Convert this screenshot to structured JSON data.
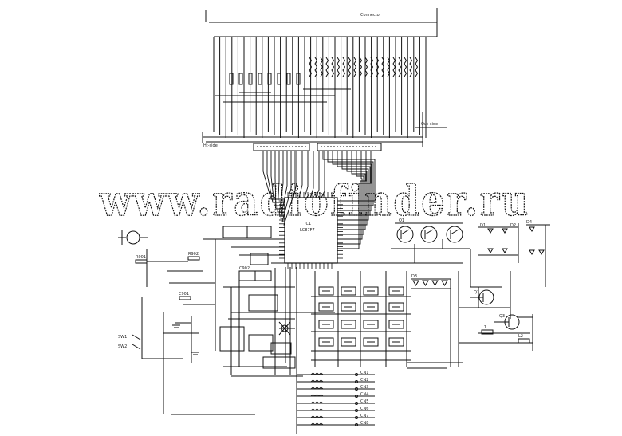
{
  "diagram": {
    "type": "electronic schematic",
    "watermark": "www.radiofinder.ru",
    "top_bus_label": "Connector",
    "right_bus_label": "Out-side",
    "left_bus_label": "Ht-side",
    "ic_label": "IC1",
    "ic_part": "LC87F7",
    "transistor_labels": [
      "Q1",
      "Q2",
      "Q3"
    ],
    "small_labels": [
      "R901",
      "R902",
      "C901",
      "C902",
      "SW1",
      "SW2",
      "D1",
      "D2",
      "D3",
      "D4",
      "L1",
      "L2"
    ],
    "right_connector_labels": [
      "CN1",
      "CN2",
      "CN3",
      "CN4",
      "CN5",
      "CN6",
      "CN7",
      "CN8"
    ],
    "colors": {
      "ink": "#111111",
      "paper": "#ffffff"
    }
  }
}
